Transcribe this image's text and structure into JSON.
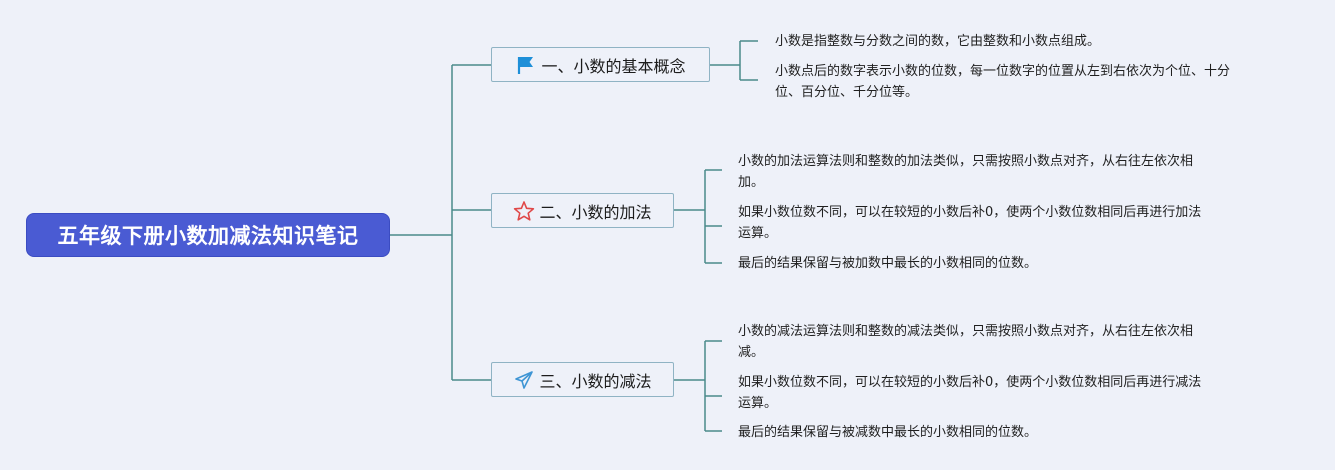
{
  "title": "五年级下册小数加减法知识笔记",
  "colors": {
    "background": "#eef1f9",
    "root_fill": "#4a5bd3",
    "connector": "#4a8a8a",
    "branch_border": "#8fb3c4"
  },
  "branches": [
    {
      "label": "一、小数的基本概念",
      "icon": "flag-icon",
      "icon_color": "#1e8fd8",
      "notes": [
        [
          "小数是指整数与分数之间的数，它由整数和小数点组成。"
        ],
        [
          "小数点后的数字表示小数的位数，每一位数字的位置从左到右依次为个位、十分",
          "位、百分位、千分位等。"
        ]
      ]
    },
    {
      "label": "二、小数的加法",
      "icon": "star-icon",
      "icon_color": "#e04848",
      "notes": [
        [
          "小数的加法运算法则和整数的加法类似，只需按照小数点对齐，从右往左依次相",
          "加。"
        ],
        [
          "如果小数位数不同，可以在较短的小数后补0，使两个小数位数相同后再进行加法",
          "运算。"
        ],
        [
          "最后的结果保留与被加数中最长的小数相同的位数。"
        ]
      ]
    },
    {
      "label": "三、小数的减法",
      "icon": "paper-plane-icon",
      "icon_color": "#3f95d4",
      "notes": [
        [
          "小数的减法运算法则和整数的减法类似，只需按照小数点对齐，从右往左依次相",
          "减。"
        ],
        [
          "如果小数位数不同，可以在较短的小数后补0，使两个小数位数相同后再进行减法",
          "运算。"
        ],
        [
          "最后的结果保留与被减数中最长的小数相同的位数。"
        ]
      ]
    }
  ]
}
